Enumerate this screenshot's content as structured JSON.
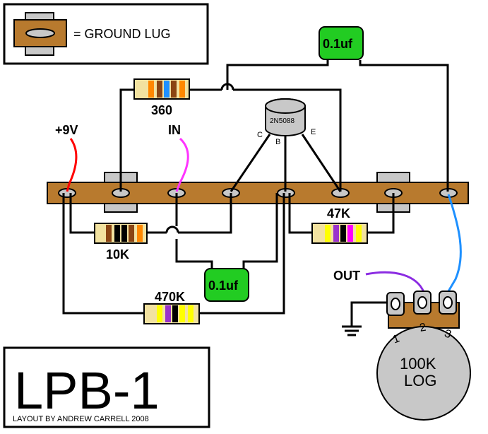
{
  "legend": {
    "text": "= GROUND LUG"
  },
  "title": {
    "main": "LPB-1",
    "credit": "LAYOUT BY ANDREW CARRELL 2008"
  },
  "labels": {
    "plus9v": "+9V",
    "input": "IN",
    "output": "OUT"
  },
  "transistor": {
    "part": "2N5088",
    "pin_c": "C",
    "pin_b": "B",
    "pin_e": "E"
  },
  "resistors": [
    {
      "id": "r360",
      "value": "360",
      "bands": [
        "#f2e2a0",
        "#f2e2a0",
        "#ff8800",
        "#1e90ff",
        "#8b4513",
        "#ff8800"
      ]
    },
    {
      "id": "r10k",
      "value": "10K",
      "bands": [
        "#f2e2a0",
        "#8b4513",
        "#000000",
        "#000000",
        "#8b4513",
        "#ff8800"
      ]
    },
    {
      "id": "r47k",
      "value": "47K",
      "bands": [
        "#f2e2a0",
        "#ffff00",
        "#9932cc",
        "#000000",
        "#ff00ff",
        "#ffff00"
      ]
    },
    {
      "id": "r470k",
      "value": "470K",
      "bands": [
        "#f2e2a0",
        "#ffff00",
        "#9932cc",
        "#000000",
        "#ffff00",
        "#ffff00"
      ]
    }
  ],
  "capacitors": [
    {
      "id": "c_top",
      "value": "0.1uf"
    },
    {
      "id": "c_bottom",
      "value": "0.1uf"
    }
  ],
  "pot": {
    "value": "100K",
    "taper": "LOG",
    "pins": [
      "1",
      "2",
      "3"
    ]
  },
  "colors": {
    "board": "#b87a2e",
    "red_wire": "#ff0000",
    "magenta_wire": "#ff33ff",
    "blue_wire": "#1e90ff",
    "purple_wire": "#8b2be2",
    "cap": "#22cc22",
    "pot": "#c8c8c8",
    "lug": "#c8c8c8"
  }
}
